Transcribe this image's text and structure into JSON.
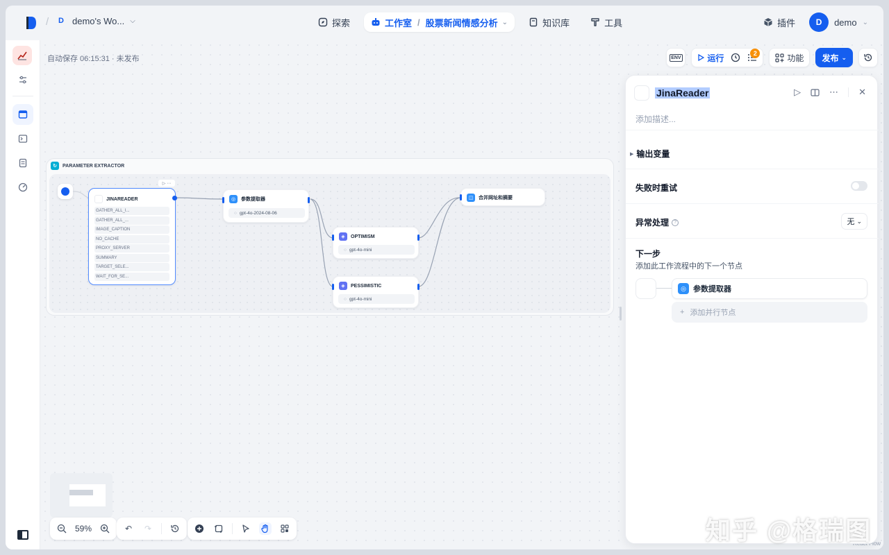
{
  "header": {
    "workspace_initial": "D",
    "workspace_name": "demo's Wo...",
    "nav": [
      {
        "label": "探索"
      },
      {
        "label": "工作室",
        "app": "股票新闻情感分析"
      },
      {
        "label": "知识库"
      },
      {
        "label": "工具"
      }
    ],
    "plugins_label": "插件",
    "user_initial": "D",
    "user_name": "demo"
  },
  "canvas": {
    "autosave": "自动保存 06:15:31 · 未发布",
    "toolbar": {
      "env_label": "ENV",
      "run_label": "运行",
      "checklist_badge": "2",
      "features_label": "功能",
      "publish_label": "发布"
    },
    "iteration": {
      "title": "PARAMETER EXTRACTOR",
      "nodes": {
        "jina": {
          "title": "JINAREADER",
          "fields": [
            "GATHER_ALL_I...",
            "GATHER_ALL_...",
            "IMAGE_CAPTION",
            "NO_CACHE",
            "PROXY_SERVER",
            "SUMMARY",
            "TARGET_SELE...",
            "WAIT_FOR_SE..."
          ]
        },
        "param": {
          "title": "参数提取器",
          "model": "gpt-4o-2024-08-06"
        },
        "optimism": {
          "title": "OPTIMISM",
          "model": "gpt-4o-mini"
        },
        "pessimistic": {
          "title": "PESSIMISTIC",
          "model": "gpt-4o-mini"
        },
        "merge": {
          "title": "合并网址和摘要"
        }
      }
    },
    "zoom": "59%",
    "watermark": "知乎 @格瑞图",
    "attribution": "React Flow"
  },
  "panel": {
    "node_name": "JinaReader",
    "description_placeholder": "添加描述...",
    "output_vars": "输出变量",
    "retry_label": "失败时重试",
    "retry_enabled": false,
    "error_label": "异常处理",
    "error_value": "无",
    "next_title": "下一步",
    "next_desc": "添加此工作流程中的下一个节点",
    "next_node": "参数提取器",
    "add_parallel": "添加并行节点"
  },
  "colors": {
    "accent": "#155eef",
    "warning": "#f79009"
  }
}
